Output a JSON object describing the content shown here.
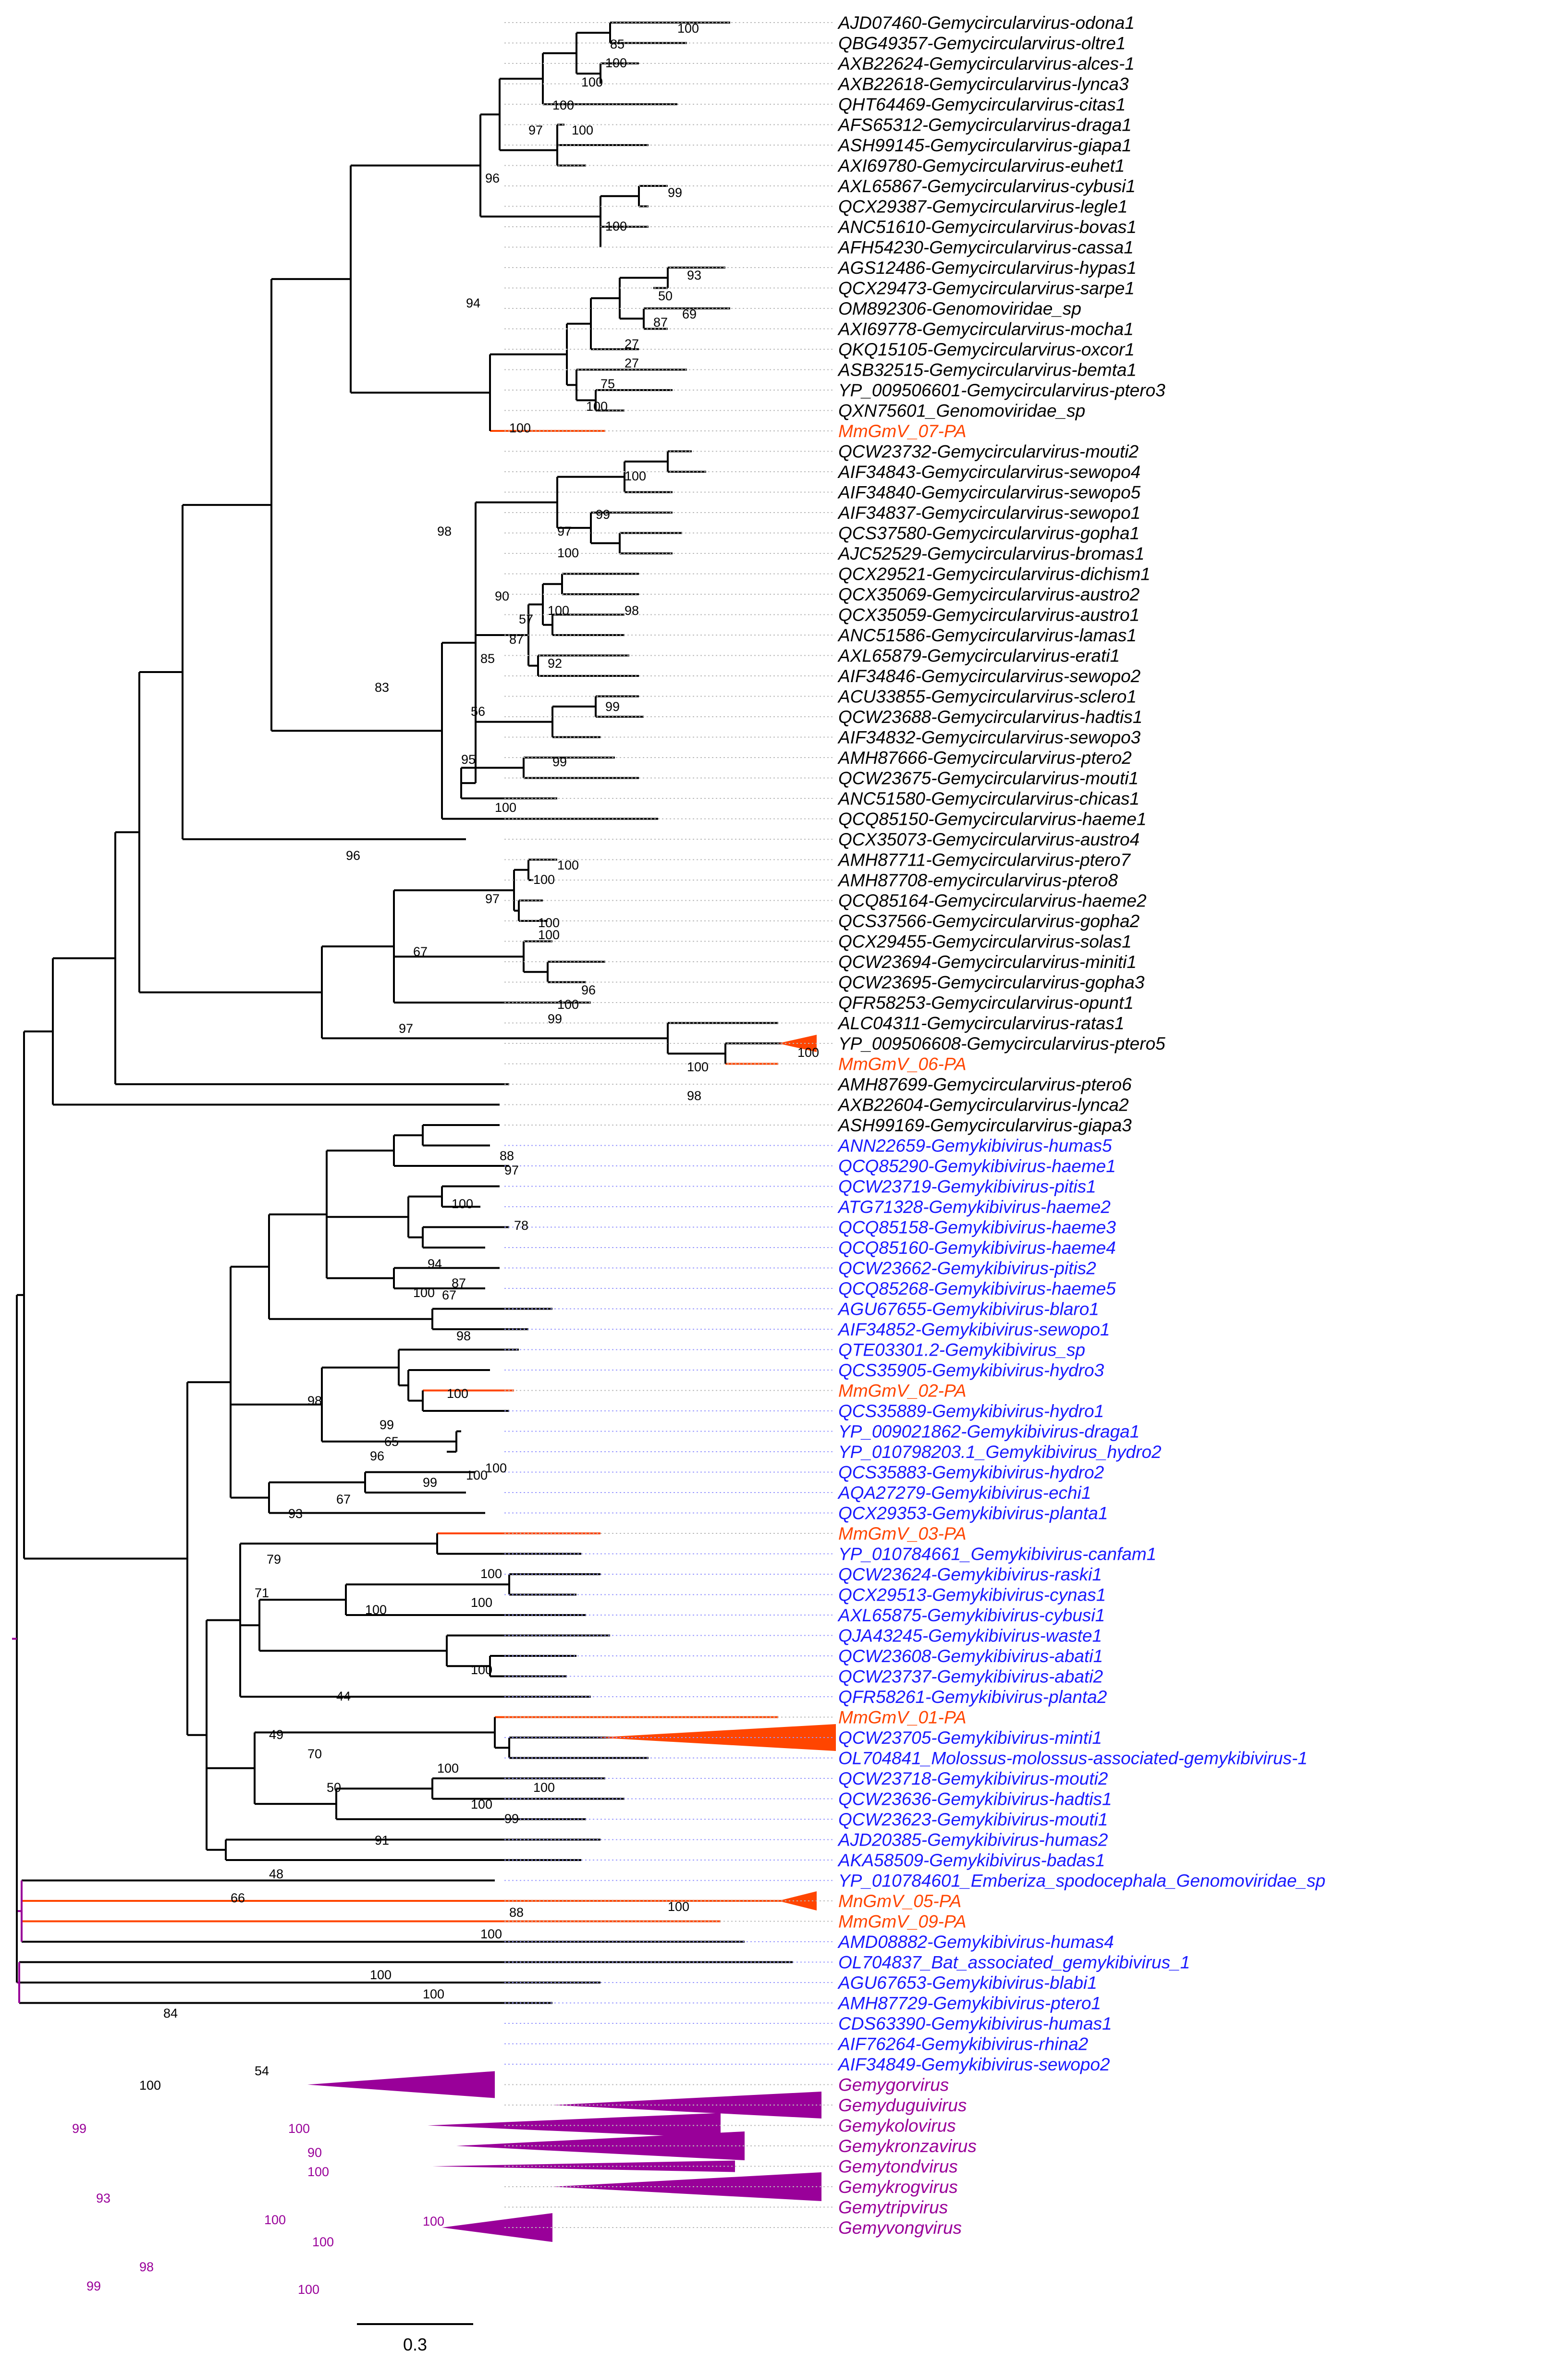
{
  "colors": {
    "gemycircularvirus": "#000000",
    "gemykibivirus": "#1a1aff",
    "novel": "#ff4500",
    "outgroup": "#990099",
    "dotted": "#9a9aff"
  },
  "scale_bar": {
    "label": "0.3"
  },
  "tips": [
    {
      "label": "AJD07460-Gemycircularvirus-odona1",
      "group": "gemycircularvirus"
    },
    {
      "label": "QBG49357-Gemycircularvirus-oltre1",
      "group": "gemycircularvirus"
    },
    {
      "label": "AXB22624-Gemycircularvirus-alces-1",
      "group": "gemycircularvirus"
    },
    {
      "label": "AXB22618-Gemycircularvirus-lynca3",
      "group": "gemycircularvirus"
    },
    {
      "label": "QHT64469-Gemycircularvirus-citas1",
      "group": "gemycircularvirus"
    },
    {
      "label": "AFS65312-Gemycircularvirus-draga1",
      "group": "gemycircularvirus"
    },
    {
      "label": "ASH99145-Gemycircularvirus-giapa1",
      "group": "gemycircularvirus"
    },
    {
      "label": "AXI69780-Gemycircularvirus-euhet1",
      "group": "gemycircularvirus"
    },
    {
      "label": "AXL65867-Gemycircularvirus-cybusi1",
      "group": "gemycircularvirus"
    },
    {
      "label": "QCX29387-Gemycircularvirus-legle1",
      "group": "gemycircularvirus"
    },
    {
      "label": "ANC51610-Gemycircularvirus-bovas1",
      "group": "gemycircularvirus"
    },
    {
      "label": "AFH54230-Gemycircularvirus-cassa1",
      "group": "gemycircularvirus"
    },
    {
      "label": "AGS12486-Gemycircularvirus-hypas1",
      "group": "gemycircularvirus"
    },
    {
      "label": "QCX29473-Gemycircularvirus-sarpe1",
      "group": "gemycircularvirus"
    },
    {
      "label": "OM892306-Genomoviridae_sp",
      "group": "gemycircularvirus"
    },
    {
      "label": "AXI69778-Gemycircularvirus-mocha1",
      "group": "gemycircularvirus"
    },
    {
      "label": "QKQ15105-Gemycircularvirus-oxcor1",
      "group": "gemycircularvirus"
    },
    {
      "label": "ASB32515-Gemycircularvirus-bemta1",
      "group": "gemycircularvirus"
    },
    {
      "label": "YP_009506601-Gemycircularvirus-ptero3",
      "group": "gemycircularvirus"
    },
    {
      "label": "QXN75601_Genomoviridae_sp",
      "group": "gemycircularvirus"
    },
    {
      "label": "MmGmV_07-PA",
      "group": "novel"
    },
    {
      "label": "QCW23732-Gemycircularvirus-mouti2",
      "group": "gemycircularvirus"
    },
    {
      "label": "AIF34843-Gemycircularvirus-sewopo4",
      "group": "gemycircularvirus"
    },
    {
      "label": "AIF34840-Gemycircularvirus-sewopo5",
      "group": "gemycircularvirus"
    },
    {
      "label": "AIF34837-Gemycircularvirus-sewopo1",
      "group": "gemycircularvirus"
    },
    {
      "label": "QCS37580-Gemycircularvirus-gopha1",
      "group": "gemycircularvirus"
    },
    {
      "label": "AJC52529-Gemycircularvirus-bromas1",
      "group": "gemycircularvirus"
    },
    {
      "label": "QCX29521-Gemycircularvirus-dichism1",
      "group": "gemycircularvirus"
    },
    {
      "label": "QCX35069-Gemycircularvirus-austro2",
      "group": "gemycircularvirus"
    },
    {
      "label": "QCX35059-Gemycircularvirus-austro1",
      "group": "gemycircularvirus"
    },
    {
      "label": "ANC51586-Gemycircularvirus-lamas1",
      "group": "gemycircularvirus"
    },
    {
      "label": "AXL65879-Gemycircularvirus-erati1",
      "group": "gemycircularvirus"
    },
    {
      "label": "AIF34846-Gemycircularvirus-sewopo2",
      "group": "gemycircularvirus"
    },
    {
      "label": "ACU33855-Gemycircularvirus-sclero1",
      "group": "gemycircularvirus"
    },
    {
      "label": "QCW23688-Gemycircularvirus-hadtis1",
      "group": "gemycircularvirus"
    },
    {
      "label": "AIF34832-Gemycircularvirus-sewopo3",
      "group": "gemycircularvirus"
    },
    {
      "label": "AMH87666-Gemycircularvirus-ptero2",
      "group": "gemycircularvirus"
    },
    {
      "label": "QCW23675-Gemycircularvirus-mouti1",
      "group": "gemycircularvirus"
    },
    {
      "label": "ANC51580-Gemycircularvirus-chicas1",
      "group": "gemycircularvirus"
    },
    {
      "label": "QCQ85150-Gemycircularvirus-haeme1",
      "group": "gemycircularvirus"
    },
    {
      "label": "QCX35073-Gemycircularvirus-austro4",
      "group": "gemycircularvirus"
    },
    {
      "label": "AMH87711-Gemycircularvirus-ptero7",
      "group": "gemycircularvirus"
    },
    {
      "label": "AMH87708-emycircularvirus-ptero8",
      "group": "gemycircularvirus"
    },
    {
      "label": "QCQ85164-Gemycircularvirus-haeme2",
      "group": "gemycircularvirus"
    },
    {
      "label": "QCS37566-Gemycircularvirus-gopha2",
      "group": "gemycircularvirus"
    },
    {
      "label": "QCX29455-Gemycircularvirus-solas1",
      "group": "gemycircularvirus"
    },
    {
      "label": "QCW23694-Gemycircularvirus-miniti1",
      "group": "gemycircularvirus"
    },
    {
      "label": "QCW23695-Gemycircularvirus-gopha3",
      "group": "gemycircularvirus"
    },
    {
      "label": "QFR58253-Gemycircularvirus-opunt1",
      "group": "gemycircularvirus"
    },
    {
      "label": "ALC04311-Gemycircularvirus-ratas1",
      "group": "gemycircularvirus"
    },
    {
      "label": "YP_009506608-Gemycircularvirus-ptero5",
      "group": "gemycircularvirus"
    },
    {
      "label": "MmGmV_06-PA",
      "group": "novel"
    },
    {
      "label": "AMH87699-Gemycircularvirus-ptero6",
      "group": "gemycircularvirus"
    },
    {
      "label": "AXB22604-Gemycircularvirus-lynca2",
      "group": "gemycircularvirus"
    },
    {
      "label": "ASH99169-Gemycircularvirus-giapa3",
      "group": "gemycircularvirus"
    },
    {
      "label": "ANN22659-Gemykibivirus-humas5",
      "group": "gemykibivirus"
    },
    {
      "label": "QCQ85290-Gemykibivirus-haeme1",
      "group": "gemykibivirus"
    },
    {
      "label": "QCW23719-Gemykibivirus-pitis1",
      "group": "gemykibivirus"
    },
    {
      "label": "ATG71328-Gemykibivirus-haeme2",
      "group": "gemykibivirus"
    },
    {
      "label": "QCQ85158-Gemykibivirus-haeme3",
      "group": "gemykibivirus"
    },
    {
      "label": "QCQ85160-Gemykibivirus-haeme4",
      "group": "gemykibivirus"
    },
    {
      "label": "QCW23662-Gemykibivirus-pitis2",
      "group": "gemykibivirus"
    },
    {
      "label": "QCQ85268-Gemykibivirus-haeme5",
      "group": "gemykibivirus"
    },
    {
      "label": "AGU67655-Gemykibivirus-blaro1",
      "group": "gemykibivirus"
    },
    {
      "label": "AIF34852-Gemykibivirus-sewopo1",
      "group": "gemykibivirus"
    },
    {
      "label": "QTE03301.2-Gemykibivirus_sp",
      "group": "gemykibivirus"
    },
    {
      "label": "QCS35905-Gemykibivirus-hydro3",
      "group": "gemykibivirus"
    },
    {
      "label": "MmGmV_02-PA",
      "group": "novel"
    },
    {
      "label": "QCS35889-Gemykibivirus-hydro1",
      "group": "gemykibivirus"
    },
    {
      "label": "YP_009021862-Gemykibivirus-draga1",
      "group": "gemykibivirus"
    },
    {
      "label": "YP_010798203.1_Gemykibivirus_hydro2",
      "group": "gemykibivirus"
    },
    {
      "label": "QCS35883-Gemykibivirus-hydro2",
      "group": "gemykibivirus"
    },
    {
      "label": "AQA27279-Gemykibivirus-echi1",
      "group": "gemykibivirus"
    },
    {
      "label": "QCX29353-Gemykibivirus-planta1",
      "group": "gemykibivirus"
    },
    {
      "label": "MmGmV_03-PA",
      "group": "novel"
    },
    {
      "label": "YP_010784661_Gemykibivirus-canfam1",
      "group": "gemykibivirus"
    },
    {
      "label": "QCW23624-Gemykibivirus-raski1",
      "group": "gemykibivirus"
    },
    {
      "label": "QCX29513-Gemykibivirus-cynas1",
      "group": "gemykibivirus"
    },
    {
      "label": "AXL65875-Gemykibivirus-cybusi1",
      "group": "gemykibivirus"
    },
    {
      "label": "QJA43245-Gemykibivirus-waste1",
      "group": "gemykibivirus"
    },
    {
      "label": "QCW23608-Gemykibivirus-abati1",
      "group": "gemykibivirus"
    },
    {
      "label": "QCW23737-Gemykibivirus-abati2",
      "group": "gemykibivirus"
    },
    {
      "label": "QFR58261-Gemykibivirus-planta2",
      "group": "gemykibivirus"
    },
    {
      "label": "MmGmV_01-PA",
      "group": "novel"
    },
    {
      "label": "QCW23705-Gemykibivirus-minti1",
      "group": "gemykibivirus"
    },
    {
      "label": "OL704841_Molossus-molossus-associated-gemykibivirus-1",
      "group": "gemykibivirus"
    },
    {
      "label": "QCW23718-Gemykibivirus-mouti2",
      "group": "gemykibivirus"
    },
    {
      "label": "QCW23636-Gemykibivirus-hadtis1",
      "group": "gemykibivirus"
    },
    {
      "label": "QCW23623-Gemykibivirus-mouti1",
      "group": "gemykibivirus"
    },
    {
      "label": "AJD20385-Gemykibivirus-humas2",
      "group": "gemykibivirus"
    },
    {
      "label": "AKA58509-Gemykibivirus-badas1",
      "group": "gemykibivirus"
    },
    {
      "label": "YP_010784601_Emberiza_spodocephala_Genomoviridae_sp",
      "group": "gemykibivirus"
    },
    {
      "label": "MnGmV_05-PA",
      "group": "novel"
    },
    {
      "label": "MmGmV_09-PA",
      "group": "novel"
    },
    {
      "label": "AMD08882-Gemykibivirus-humas4",
      "group": "gemykibivirus"
    },
    {
      "label": "OL704837_Bat_associated_gemykibivirus_1",
      "group": "gemykibivirus"
    },
    {
      "label": "AGU67653-Gemykibivirus-blabi1",
      "group": "gemykibivirus"
    },
    {
      "label": "AMH87729-Gemykibivirus-ptero1",
      "group": "gemykibivirus"
    },
    {
      "label": "CDS63390-Gemykibivirus-humas1",
      "group": "gemykibivirus"
    },
    {
      "label": "AIF76264-Gemykibivirus-rhina2",
      "group": "gemykibivirus"
    },
    {
      "label": "AIF34849-Gemykibivirus-sewopo2",
      "group": "gemykibivirus"
    },
    {
      "label": "Gemygorvirus",
      "group": "outgroup"
    },
    {
      "label": "Gemyduguivirus",
      "group": "outgroup"
    },
    {
      "label": "Gemykolovirus",
      "group": "outgroup"
    },
    {
      "label": "Gemykronzavirus",
      "group": "outgroup"
    },
    {
      "label": "Gemytondvirus",
      "group": "outgroup"
    },
    {
      "label": "Gemykrogvirus",
      "group": "outgroup"
    },
    {
      "label": "Gemytripvirus",
      "group": "outgroup"
    },
    {
      "label": "Gemyvongvirus",
      "group": "outgroup"
    }
  ],
  "support_values": [
    "100",
    "85",
    "100",
    "100",
    "100",
    "97",
    "96",
    "100",
    "99",
    "100",
    "94",
    "93",
    "50",
    "69",
    "87",
    "27",
    "27",
    "75",
    "100",
    "100",
    "98",
    "100",
    "99",
    "97",
    "100",
    "98",
    "90",
    "100",
    "57",
    "87",
    "85",
    "92",
    "56",
    "99",
    "95",
    "99",
    "100",
    "83",
    "96",
    "100",
    "100",
    "97",
    "100",
    "100",
    "67",
    "96",
    "100",
    "99",
    "97",
    "100",
    "100",
    "98",
    "88",
    "97",
    "100",
    "78",
    "94",
    "87",
    "100",
    "67",
    "98",
    "100",
    "98",
    "99",
    "65",
    "96",
    "100",
    "100",
    "99",
    "67",
    "93",
    "100",
    "79",
    "100",
    "100",
    "71",
    "100",
    "44",
    "49",
    "70",
    "100",
    "50",
    "100",
    "100",
    "99",
    "91",
    "48",
    "66",
    "100",
    "88",
    "100",
    "100",
    "100",
    "84",
    "54",
    "100",
    "99",
    "100",
    "90",
    "100",
    "93",
    "100",
    "100",
    "100",
    "98",
    "99",
    "100"
  ]
}
